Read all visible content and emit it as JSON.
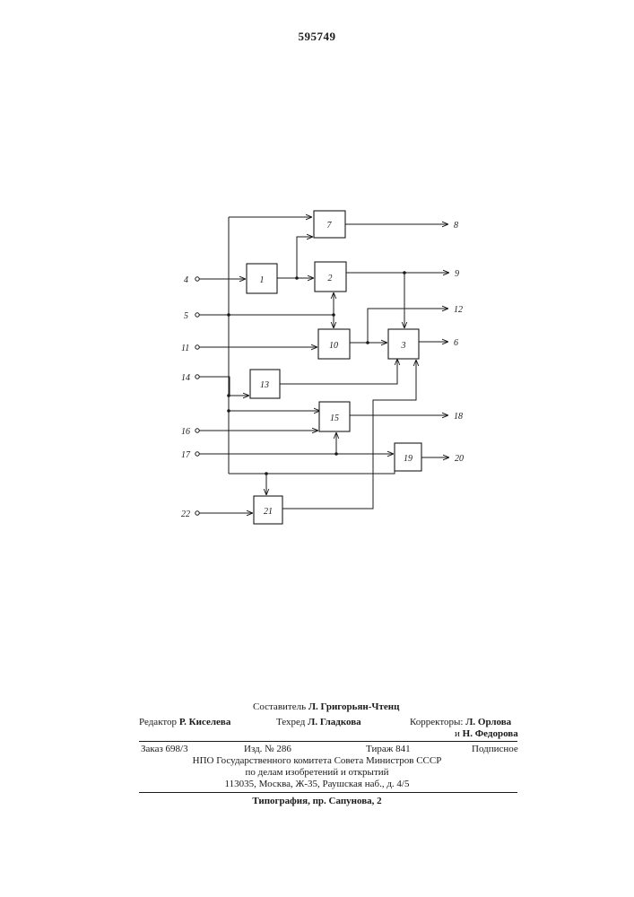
{
  "patent_number": "595749",
  "blocks": [
    {
      "id": "b7",
      "label": "7"
    },
    {
      "id": "b1",
      "label": "1"
    },
    {
      "id": "b2",
      "label": "2"
    },
    {
      "id": "b10",
      "label": "10"
    },
    {
      "id": "b3",
      "label": "3"
    },
    {
      "id": "b13",
      "label": "13"
    },
    {
      "id": "b15",
      "label": "15"
    },
    {
      "id": "b19",
      "label": "19"
    },
    {
      "id": "b21",
      "label": "21"
    }
  ],
  "inputs": [
    "4",
    "5",
    "11",
    "14",
    "16",
    "17",
    "22"
  ],
  "outputs": [
    "8",
    "9",
    "12",
    "6",
    "18",
    "20"
  ],
  "imprint": {
    "compiler_label": "Составитель",
    "compiler": "Л. Григорьян-Чтенц",
    "editor_label": "Редактор",
    "editor": "Р. Киселева",
    "techred_label": "Техред",
    "techred": "Л. Гладкова",
    "correctors_label": "Корректоры:",
    "corrector1": "Л. Орлова",
    "corrector2_prefix": "и",
    "corrector2": "Н. Федорова",
    "order": "Заказ 698/3",
    "edition": "Изд.   № 286",
    "print_run": "Тираж 841",
    "subscription": "Подписное",
    "org_line1": "НПО Государственного комитета Совета Министров СССР",
    "org_line2": "по делам изобретений и открытий",
    "address": "113035, Москва, Ж-35, Раушская наб., д. 4/5",
    "typography": "Типография, пр. Сапунова, 2"
  }
}
